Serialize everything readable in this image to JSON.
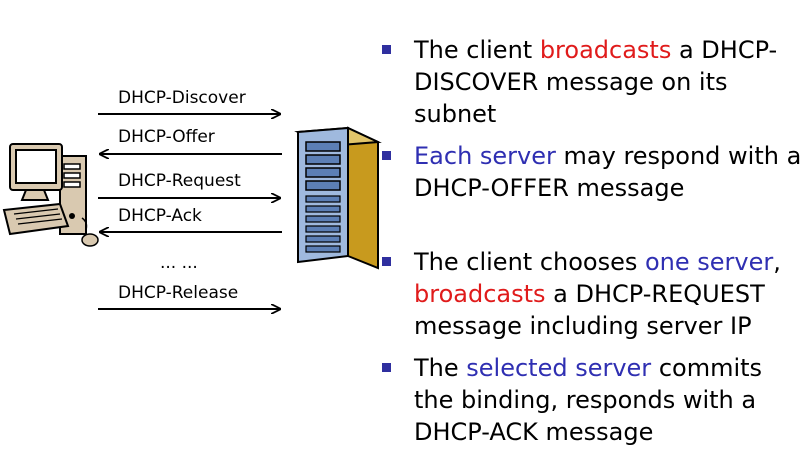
{
  "diagram": {
    "messages": [
      {
        "label": "DHCP-Discover",
        "direction": "right"
      },
      {
        "label": "DHCP-Offer",
        "direction": "left"
      },
      {
        "label": "DHCP-Request",
        "direction": "right"
      },
      {
        "label": "DHCP-Ack",
        "direction": "left"
      },
      {
        "label": "... ...",
        "direction": "none"
      },
      {
        "label": "DHCP-Release",
        "direction": "right"
      }
    ],
    "client_icon": "desktop-computer-icon",
    "server_icon": "server-tower-icon"
  },
  "bullets": [
    {
      "segments": [
        {
          "text": "The client ",
          "color": "#000000"
        },
        {
          "text": "broadcasts",
          "color": "#e01b1b"
        },
        {
          "text": " a DHCP-DISCOVER message on its subnet",
          "color": "#000000"
        }
      ]
    },
    {
      "segments": [
        {
          "text": "Each server",
          "color": "#2f2fb2"
        },
        {
          "text": " may respond with a DHCP-OFFER message",
          "color": "#000000"
        }
      ]
    },
    {
      "segments": [
        {
          "text": "The client chooses ",
          "color": "#000000"
        },
        {
          "text": "one server",
          "color": "#2f2fb2"
        },
        {
          "text": ", ",
          "color": "#000000"
        },
        {
          "text": "broadcasts",
          "color": "#e01b1b"
        },
        {
          "text": " a DHCP-REQUEST message including server IP",
          "color": "#000000"
        }
      ]
    },
    {
      "segments": [
        {
          "text": "The ",
          "color": "#000000"
        },
        {
          "text": "selected server",
          "color": "#2f2fb2"
        },
        {
          "text": " commits the binding, responds with a DHCP-ACK message",
          "color": "#000000"
        }
      ]
    }
  ],
  "colors": {
    "bullet_square": "#2f2f9f",
    "highlight_red": "#e01b1b",
    "highlight_blue": "#2f2fb2"
  }
}
